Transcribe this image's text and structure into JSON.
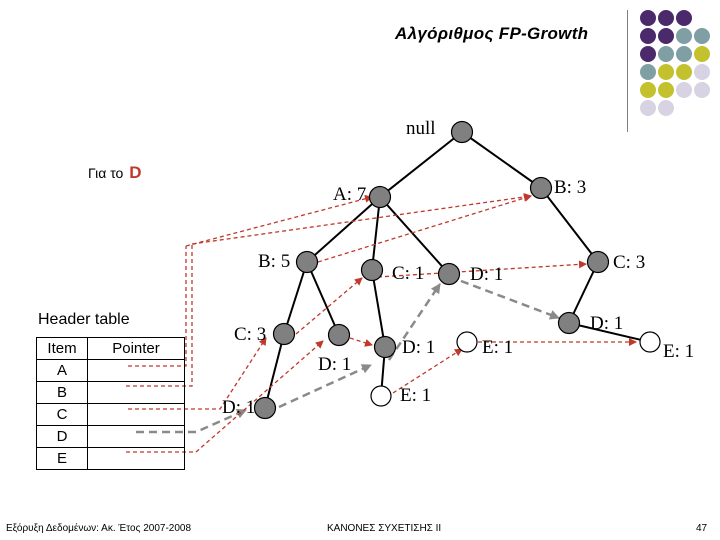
{
  "slide": {
    "title": "Αλγόριθμος FP-Growth",
    "subtitle_prefix": "Για το",
    "subtitle_item": "D",
    "footer_left": "Εξόρυξη Δεδομένων: Ακ. Έτος 2007-2008",
    "footer_center": "ΚΑΝΟΝΕΣ ΣΥΧΕΤΙΣΗΣ ΙΙ",
    "page_number": "47"
  },
  "decor": {
    "dot_colors": {
      "purple": "#4b2a6b",
      "teal": "#7f9fa5",
      "olive": "#c3c12e",
      "lavender": "#d7d3e3"
    }
  },
  "tree": {
    "null_label": "null",
    "nodes": {
      "a7": "A: 7",
      "b3": "B: 3",
      "b5": "B: 5",
      "c1": "C: 1",
      "d1_root": "D: 1",
      "c3_right": "C: 3",
      "c3_left": "C: 3",
      "d1_under_b5": "D: 1",
      "d1_under_c1": "D: 1",
      "e1_after_d1": "E: 1",
      "d1_right": "D: 1",
      "e1_right": "E: 1",
      "d1_leftmost": "D: 1",
      "e1_bottom": "E: 1"
    },
    "highlighted_item": "D",
    "node_fill_gray": "#808080",
    "node_fill_white": "#ffffff"
  },
  "header_table": {
    "title": "Header table",
    "columns": [
      "Item",
      "Pointer"
    ],
    "items": [
      "A",
      "B",
      "C",
      "D",
      "E"
    ]
  }
}
